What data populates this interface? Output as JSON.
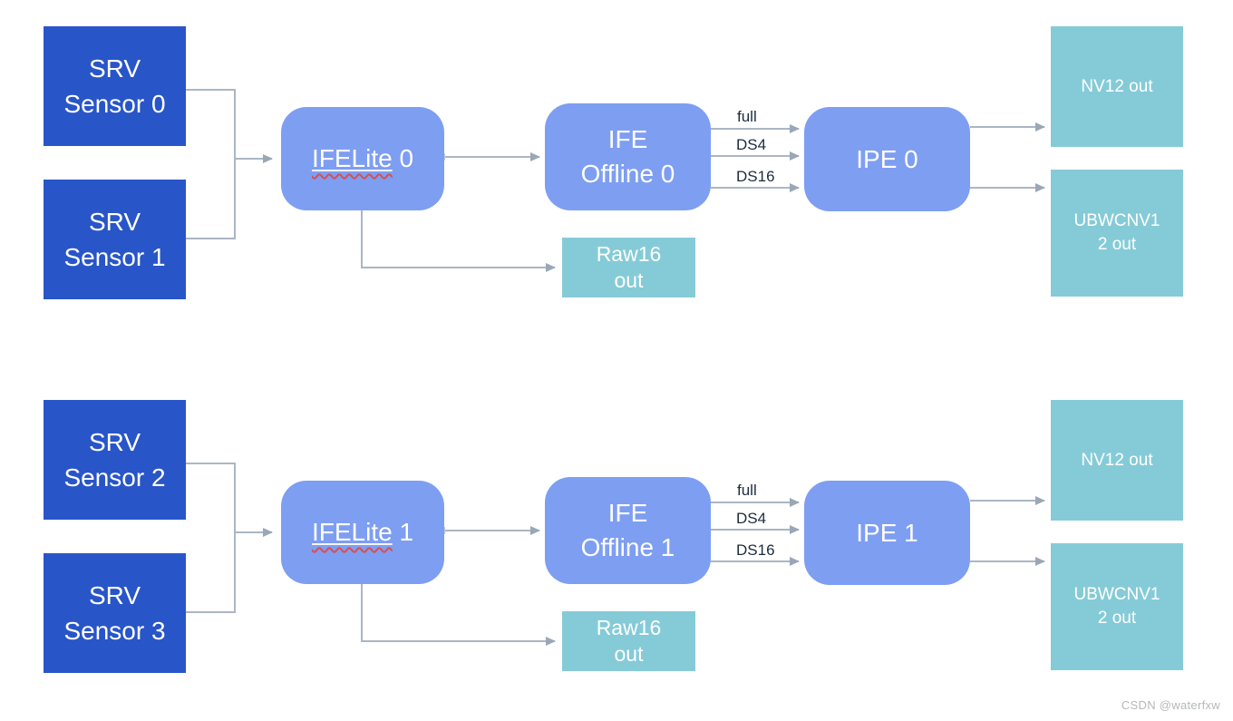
{
  "watermark": "CSDN @waterfxw",
  "colors": {
    "sensor_blue": "#2855c8",
    "processing_periwinkle": "#7e9ef2",
    "output_teal": "#85cbd7",
    "connector_gray": "#abb6c3",
    "arrowhead_gray": "#9aa7b6",
    "flow_label_dark": "#1c2b3d",
    "spellcheck_red": "#d94f4f",
    "text_white": "#ffffff"
  },
  "pipelines": [
    {
      "sensor_a": "SRV\nSensor 0",
      "sensor_b": "SRV\nSensor 1",
      "ifelite_underlined": "IFELite",
      "ifelite_suffix": " 0",
      "ife_offline": "IFE\nOffline 0",
      "ipe": "IPE 0",
      "flow_labels": {
        "full": "full",
        "ds4": "DS4",
        "ds16": "DS16"
      },
      "raw_out": "Raw16\nout",
      "nv12_out": "NV12 out",
      "ubwc_out": "UBWCNV1\n2 out"
    },
    {
      "sensor_a": "SRV\nSensor 2",
      "sensor_b": "SRV\nSensor 3",
      "ifelite_underlined": "IFELite",
      "ifelite_suffix": " 1",
      "ife_offline": "IFE\nOffline 1",
      "ipe": "IPE 1",
      "flow_labels": {
        "full": "full",
        "ds4": "DS4",
        "ds16": "DS16"
      },
      "raw_out": "Raw16\nout",
      "nv12_out": "NV12 out",
      "ubwc_out": "UBWCNV1\n2 out"
    }
  ]
}
